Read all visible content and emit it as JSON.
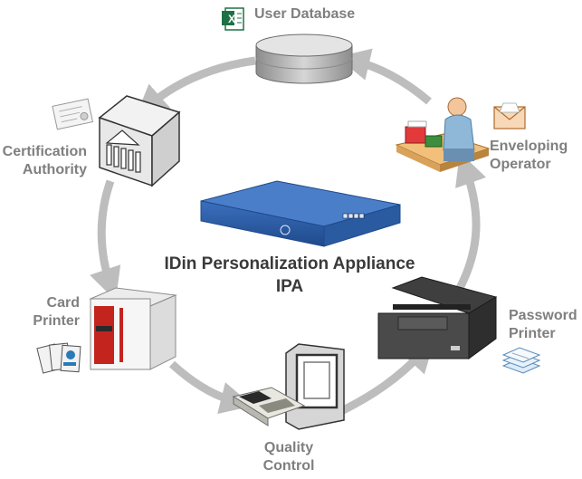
{
  "nodes": {
    "user_database": "User Database",
    "enveloping_operator": [
      "Enveloping",
      "Operator"
    ],
    "certification_authority": [
      "Certification",
      "Authority"
    ],
    "card_printer": [
      "Card",
      "Printer"
    ],
    "password_printer": [
      "Password",
      "Printer"
    ],
    "quality_control": [
      "Quality",
      "Control"
    ]
  },
  "center": {
    "title": "IDin Personalization Appliance",
    "subtitle": "IPA"
  },
  "colors": {
    "arrow": "#bdbdbd",
    "appliance": "#2a5aa0",
    "label": "#7f7f7f",
    "title": "#3a3a3a",
    "excel": "#1e7145"
  },
  "icons": [
    "excel-icon",
    "database-icon",
    "certificate-icon",
    "bank-icon",
    "envelope-icon",
    "operator-icon",
    "appliance-icon",
    "card-printer-icon",
    "id-cards-icon",
    "card-reader-icon",
    "dot-matrix-printer-icon",
    "paper-stack-icon"
  ]
}
